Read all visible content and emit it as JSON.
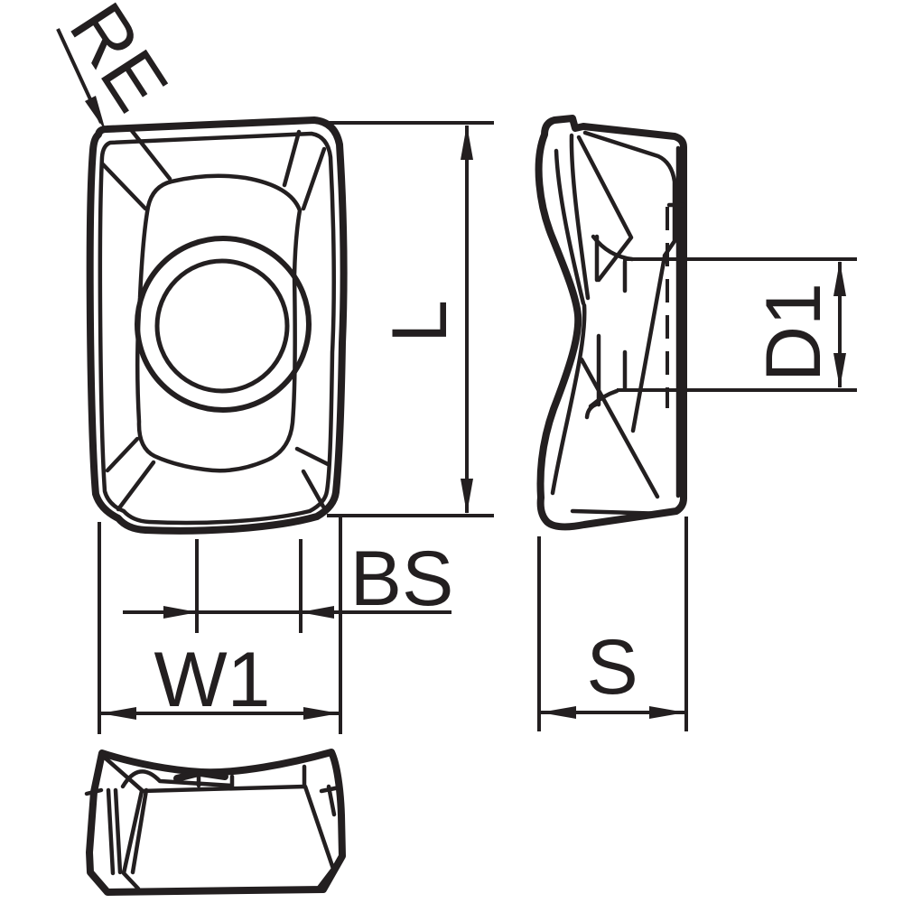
{
  "drawing": {
    "background": "#ffffff",
    "line_color": "#231f20",
    "labels": {
      "corner_radius": "RE",
      "edge_length": "L",
      "wiper_edge_length": "BS",
      "width": "W1",
      "hole_diameter": "D1",
      "thickness": "S"
    }
  }
}
